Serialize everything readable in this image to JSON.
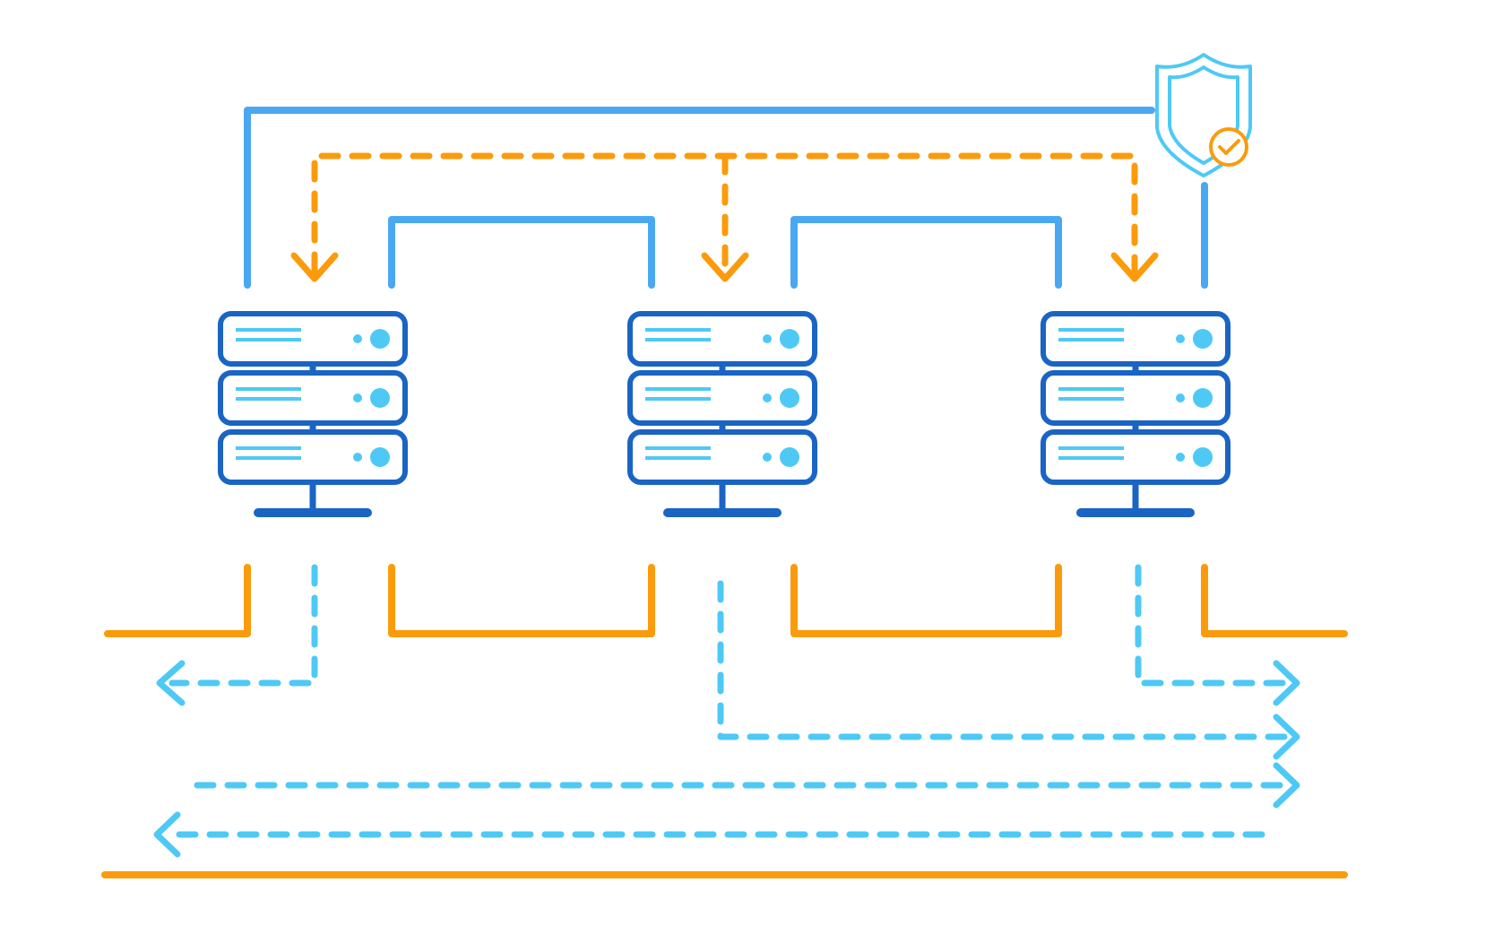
{
  "colors": {
    "background": "#ffffff",
    "server_outline": "#1a64c4",
    "server_accent": "#4ec9f5",
    "link_solid": "#4aa8f2",
    "link_dashed_blue": "#4ec9f5",
    "link_orange": "#fb9b0c",
    "shield": "#4ec9f5",
    "badge": "#fb9b0c"
  },
  "nodes": [
    {
      "id": "server-1",
      "icon": "server-rack-icon",
      "units": 3
    },
    {
      "id": "server-2",
      "icon": "server-rack-icon",
      "units": 3
    },
    {
      "id": "server-3",
      "icon": "server-rack-icon",
      "units": 3
    }
  ],
  "security": {
    "icon": "shield-icon",
    "badge_icon": "check-badge-icon",
    "state": "secured"
  },
  "links": {
    "top_solid_blue": [
      "server-1",
      "server-2",
      "server-3",
      "shield"
    ],
    "top_dashed_orange": [
      "server-1",
      "server-2",
      "server-3"
    ],
    "bottom_solid_orange": [
      "server-1",
      "server-2",
      "server-3"
    ],
    "bottom_dashed_blue": [
      {
        "direction": "left"
      },
      {
        "direction": "right"
      },
      {
        "direction": "right"
      },
      {
        "direction": "right"
      },
      {
        "direction": "left"
      }
    ]
  }
}
